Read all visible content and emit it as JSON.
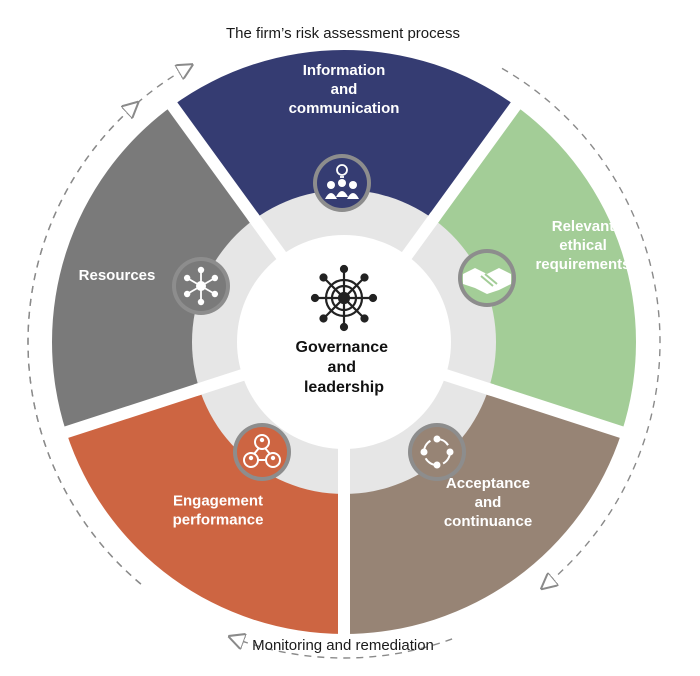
{
  "diagram": {
    "top_caption": "The firm’s risk assessment process",
    "bottom_caption": "Monitoring and remediation",
    "center": {
      "lines": [
        "Governance",
        "and",
        "leadership"
      ],
      "icon": "ship-wheel-icon"
    },
    "segments": [
      {
        "id": "information",
        "lines": [
          "Information",
          "and",
          "communication"
        ],
        "color": "#353c72",
        "icon": "team-idea-icon"
      },
      {
        "id": "ethical",
        "lines": [
          "Relevant",
          "ethical",
          "requirements"
        ],
        "color": "#a3cd97",
        "icon": "handshake-icon"
      },
      {
        "id": "acceptance",
        "lines": [
          "Acceptance",
          "and",
          "continuance"
        ],
        "color": "#978475",
        "icon": "cycle-arrows-icon"
      },
      {
        "id": "engagement",
        "lines": [
          "Engagement",
          "performance"
        ],
        "color": "#cd6542",
        "icon": "people-network-icon"
      },
      {
        "id": "resources",
        "lines": [
          "Resources"
        ],
        "color": "#7a7a7a",
        "icon": "hub-network-icon"
      }
    ],
    "colors": {
      "ring": "#e6e6e6",
      "arrow": "#8a8a8a",
      "icon_border": "#8d8d8d"
    }
  }
}
